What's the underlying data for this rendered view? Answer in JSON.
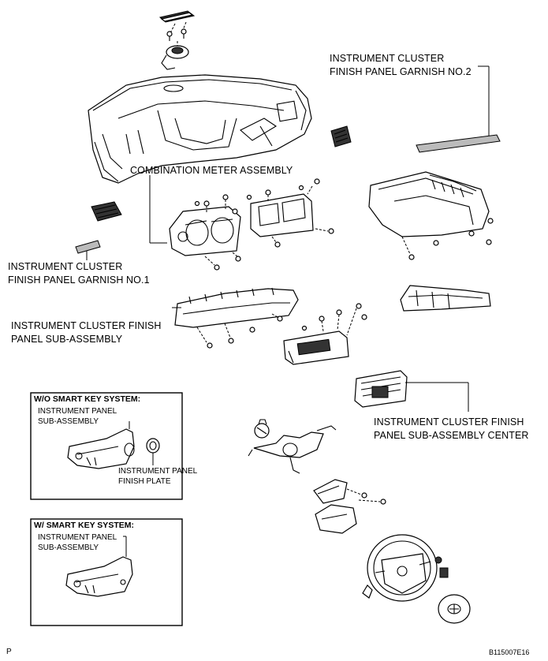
{
  "labels": {
    "garnish_no2_line1": "INSTRUMENT CLUSTER",
    "garnish_no2_line2": "FINISH PANEL GARNISH NO.2",
    "combination_meter": "COMBINATION METER ASSEMBLY",
    "garnish_no1_line1": "INSTRUMENT CLUSTER",
    "garnish_no1_line2": "FINISH PANEL GARNISH NO.1",
    "finish_panel_line1": "INSTRUMENT CLUSTER FINISH",
    "finish_panel_line2": "PANEL SUB-ASSEMBLY",
    "center_line1": "INSTRUMENT CLUSTER FINISH",
    "center_line2": "PANEL SUB-ASSEMBLY CENTER"
  },
  "wo_smart_key_box": {
    "title": "W/O SMART KEY SYSTEM:",
    "panel_line1": "INSTRUMENT PANEL",
    "panel_line2": "SUB-ASSEMBLY",
    "plate_line1": "INSTRUMENT PANEL",
    "plate_line2": "FINISH PLATE"
  },
  "w_smart_key_box": {
    "title": "W/ SMART KEY SYSTEM:",
    "panel_line1": "INSTRUMENT PANEL",
    "panel_line2": "SUB-ASSEMBLY"
  },
  "footer": {
    "left_mark": "P",
    "figure_id": "B115007E16"
  }
}
